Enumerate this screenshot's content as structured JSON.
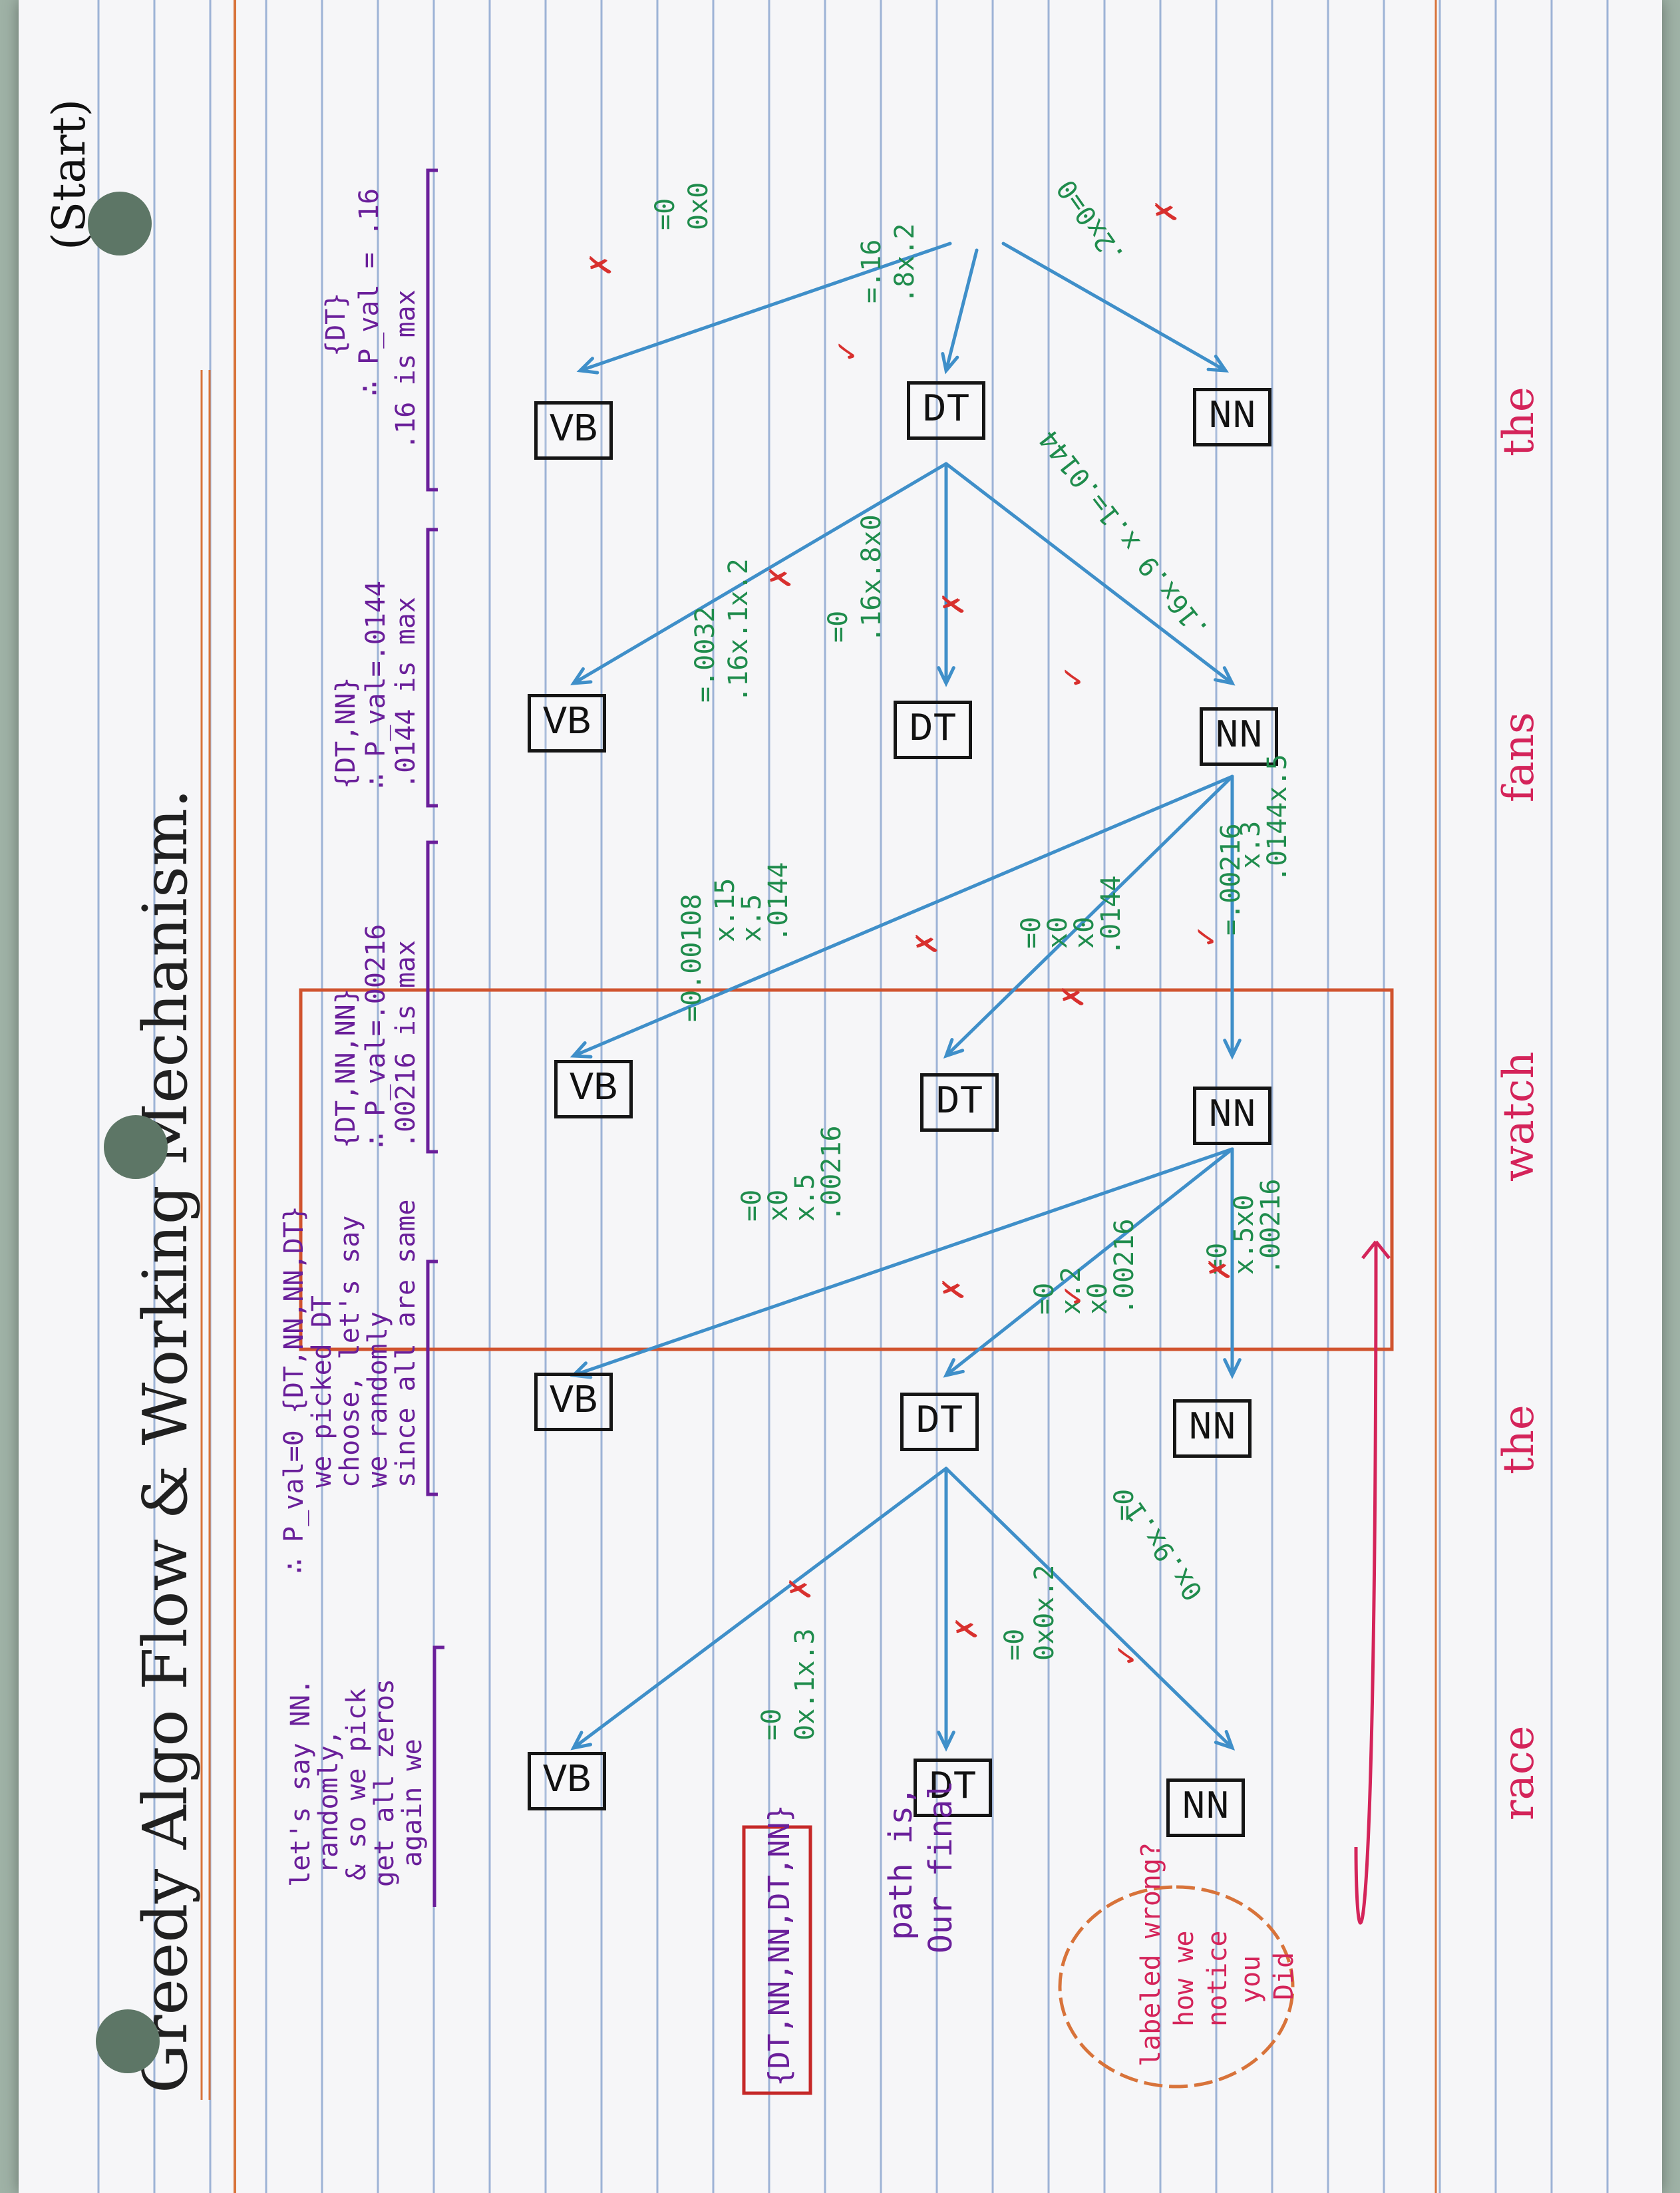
{
  "title": "Greedy Algo Flow & Working Mechanism.",
  "start_label": "(Start)",
  "words": [
    "the",
    "fans",
    "watch",
    "the",
    "race"
  ],
  "rows": [
    "NN",
    "DT",
    "VB"
  ],
  "colors": {
    "paper": "#f6f6f8",
    "rule_lines": "#9db3d6",
    "margin_line": "#d8733a",
    "words": "#d4245a",
    "arrows": "#3f8fc9",
    "calculations": "#1f8c4c",
    "annotations": "#6a1f9a",
    "marks": "#d8302e",
    "box": "#d0532e"
  },
  "calculations": {
    "s0_nn": ".2x0=0",
    "s0_dt_a": ".8x.2",
    "s0_dt_b": "=.16",
    "s0_vb_a": "0x0",
    "s0_vb_b": "=0",
    "s1_nn": ".16x.9 x.1=.0144",
    "s1_dt_a": ".16x.8x0",
    "s1_dt_b": "=0",
    "s1_vb_a": ".16x.1x.2",
    "s1_vb_b": "=.0032",
    "s2_nn_a": ".0144x.5",
    "s2_nn_b": "x.3",
    "s2_nn_c": "=.00216",
    "s2_dt_a": ".0144",
    "s2_dt_b": "x0",
    "s2_dt_c": "x0",
    "s2_dt_d": "=0",
    "s2_vb_a": ".0144",
    "s2_vb_b": "x.5",
    "s2_vb_c": "x.15",
    "s2_vb_d": "=0.00108",
    "s3_nn_a": ".00216",
    "s3_nn_b": "x.5x0",
    "s3_nn_c": "=0",
    "s3_dt_a": ".00216",
    "s3_dt_b": "x0",
    "s3_dt_c": "x.2",
    "s3_dt_d": "=0",
    "s3_vb_a": ".00216",
    "s3_vb_b": "x.5",
    "s3_vb_c": "x0",
    "s3_vb_d": "=0",
    "s4_nn_a": "0x.9x.1",
    "s4_nn_b": "=0",
    "s4_dt_a": "0x0x.2",
    "s4_dt_b": "=0",
    "s4_vb_a": "0x.1x.3",
    "s4_vb_b": "=0"
  },
  "notes": {
    "step0": [
      ".16 is max",
      "∴ P_val = .16",
      "{DT}"
    ],
    "step1": [
      ".0144 is max",
      "∴ P_val=.0144",
      "{DT,NN}"
    ],
    "step2": [
      ".00216 is max",
      "∴ P_val=.00216",
      "{DT,NN,NN}"
    ],
    "step3": [
      "since all are same",
      "we randomly",
      "choose, let's say",
      "we picked DT",
      "∴ P_val=0 {DT,NN,NN,DT}"
    ],
    "step4": [
      "again we",
      "get all zeros",
      "& so we pick",
      "randomly,",
      "let's say NN."
    ],
    "final_label": [
      "Our final",
      "path is,"
    ],
    "final_path": "{DT,NN,NN,DT,NN}",
    "cloud": [
      "Did",
      "you",
      "notice",
      "how we",
      "labeled wrong?"
    ]
  }
}
